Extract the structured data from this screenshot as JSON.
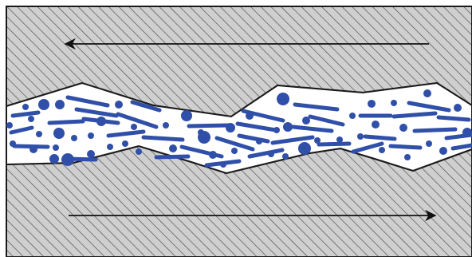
{
  "diagram": {
    "description_visible_text": "",
    "colors": {
      "hatch_fill": "#cfcfcf",
      "hatch_lines": "#4a4a4a",
      "outline": "#1a1a1a",
      "gap_fill": "#ffffff",
      "particles": "#2f4fa8",
      "arrows": "#111111"
    },
    "components": [
      {
        "id": "upper-surface",
        "kind": "hatched-solid"
      },
      {
        "id": "lower-surface",
        "kind": "hatched-solid"
      },
      {
        "id": "interface-layer",
        "kind": "particle-filled-gap"
      }
    ],
    "motion": [
      {
        "id": "upper-arrow",
        "direction": "left"
      },
      {
        "id": "lower-arrow",
        "direction": "right"
      }
    ]
  }
}
